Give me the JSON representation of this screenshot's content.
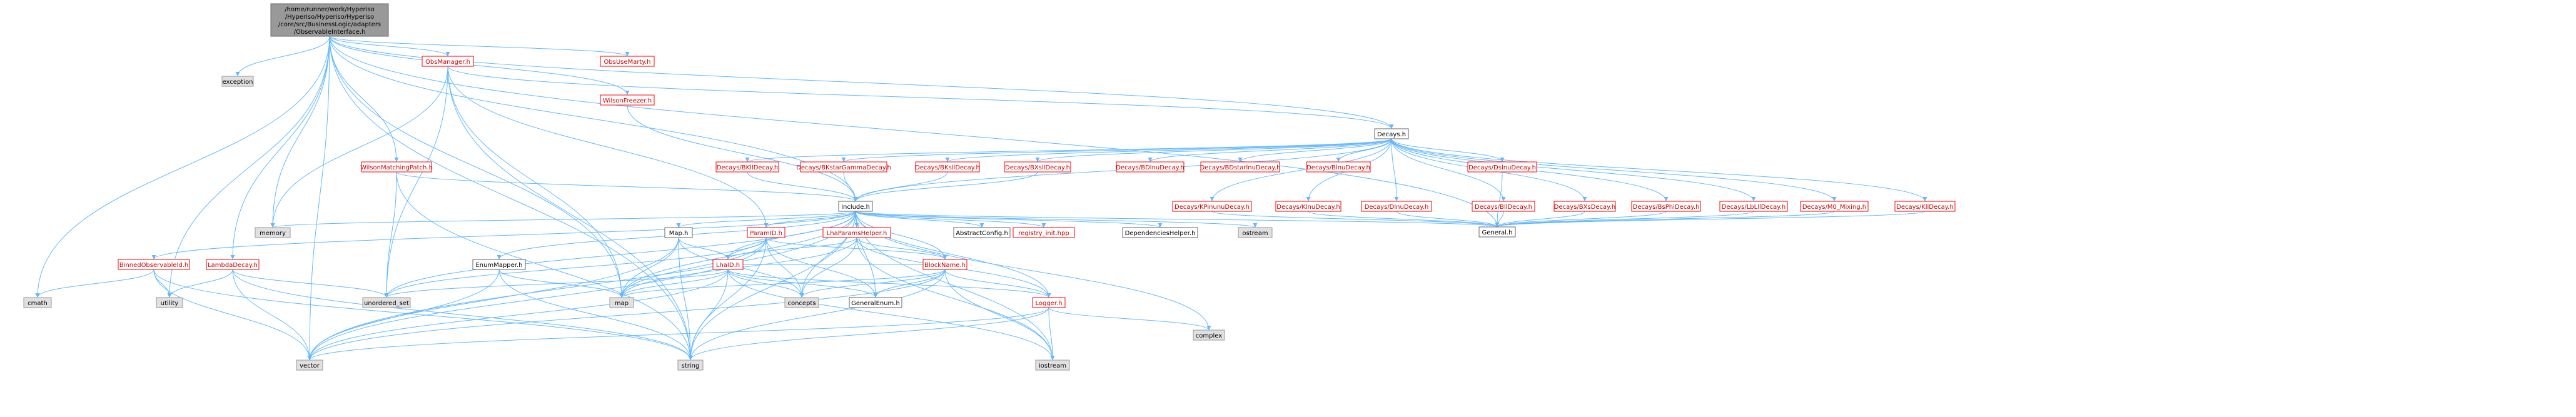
{
  "colors": {
    "root_fill": "#999999",
    "root_stroke": "#666666",
    "red_stroke": "#ff0000",
    "red_text": "#cc0000",
    "gray_fill": "#e0e0e0",
    "gray_stroke": "#999999",
    "plain_stroke": "#666666",
    "edge": "#63b8ff"
  },
  "nodes": [
    {
      "id": "root",
      "lines": [
        "/home/runner/work/Hyperiso",
        "/Hyperiso/Hyperiso/Hyperiso",
        "/core/src/BusinessLogic/adapters",
        "/ObservableInterface.h"
      ],
      "style": "root"
    },
    {
      "id": "exception",
      "lines": [
        "exception"
      ],
      "style": "gray"
    },
    {
      "id": "obsmanager",
      "lines": [
        "ObsManager.h"
      ],
      "style": "red"
    },
    {
      "id": "obsusemarty",
      "lines": [
        "ObsUseMarty.h"
      ],
      "style": "red"
    },
    {
      "id": "decays",
      "lines": [
        "Decays.h"
      ],
      "style": "plain"
    },
    {
      "id": "wilsonfreezer",
      "lines": [
        "WilsonFreezer.h"
      ],
      "style": "red"
    },
    {
      "id": "wilsonmatching",
      "lines": [
        "WilsonMatchingPatch.h"
      ],
      "style": "red"
    },
    {
      "id": "bkll",
      "lines": [
        "Decays/BKllDecay.h"
      ],
      "style": "red"
    },
    {
      "id": "bkstargamma",
      "lines": [
        "Decays/BKstarGammaDecay.h"
      ],
      "style": "red"
    },
    {
      "id": "bksll",
      "lines": [
        "Decays/BKsllDecay.h"
      ],
      "style": "red"
    },
    {
      "id": "bxsll",
      "lines": [
        "Decays/BXsllDecay.h"
      ],
      "style": "red"
    },
    {
      "id": "bdlnu",
      "lines": [
        "Decays/BDlnuDecay.h"
      ],
      "style": "red"
    },
    {
      "id": "bdstarlnu",
      "lines": [
        "Decays/BDstarlnuDecay.h"
      ],
      "style": "red"
    },
    {
      "id": "blnu",
      "lines": [
        "Decays/BlnuDecay.h"
      ],
      "style": "red"
    },
    {
      "id": "dslnu",
      "lines": [
        "Decays/DslnuDecay.h"
      ],
      "style": "red"
    },
    {
      "id": "bll",
      "lines": [
        "Decays/BllDecay.h"
      ],
      "style": "red"
    },
    {
      "id": "bxs",
      "lines": [
        "Decays/BXsDecay.h"
      ],
      "style": "red"
    },
    {
      "id": "bsphi",
      "lines": [
        "Decays/BsPhiDecay.h"
      ],
      "style": "red"
    },
    {
      "id": "lbll",
      "lines": [
        "Decays/LbLllDecay.h"
      ],
      "style": "red"
    },
    {
      "id": "m0mixing",
      "lines": [
        "Decays/M0_Mixing.h"
      ],
      "style": "red"
    },
    {
      "id": "kll",
      "lines": [
        "Decays/KllDecay.h"
      ],
      "style": "red"
    },
    {
      "id": "kpinunu",
      "lines": [
        "Decays/KPinunuDecay.h"
      ],
      "style": "red"
    },
    {
      "id": "klnu",
      "lines": [
        "Decays/KlnuDecay.h"
      ],
      "style": "red"
    },
    {
      "id": "dlnu",
      "lines": [
        "Decays/DlnuDecay.h"
      ],
      "style": "red"
    },
    {
      "id": "general",
      "lines": [
        "General.h"
      ],
      "style": "plain"
    },
    {
      "id": "include",
      "lines": [
        "Include.h"
      ],
      "style": "plain"
    },
    {
      "id": "memory",
      "lines": [
        "memory"
      ],
      "style": "gray"
    },
    {
      "id": "map_h",
      "lines": [
        "Map.h"
      ],
      "style": "plain"
    },
    {
      "id": "paramid",
      "lines": [
        "ParamID.h"
      ],
      "style": "red"
    },
    {
      "id": "lhaparams",
      "lines": [
        "LhaParamsHelper.h"
      ],
      "style": "red"
    },
    {
      "id": "abstractconfig",
      "lines": [
        "AbstractConfig.h"
      ],
      "style": "plain"
    },
    {
      "id": "registry",
      "lines": [
        "registry_init.hpp"
      ],
      "style": "red"
    },
    {
      "id": "depshelper",
      "lines": [
        "DependenciesHelper.h"
      ],
      "style": "plain"
    },
    {
      "id": "ostream",
      "lines": [
        "ostream"
      ],
      "style": "gray"
    },
    {
      "id": "binnedobs",
      "lines": [
        "BinnedObservableld.h"
      ],
      "style": "red"
    },
    {
      "id": "lambdadecay",
      "lines": [
        "LambdaDecay.h"
      ],
      "style": "red"
    },
    {
      "id": "enummapper",
      "lines": [
        "EnumMapper.h"
      ],
      "style": "plain"
    },
    {
      "id": "lhaid",
      "lines": [
        "LhaID.h"
      ],
      "style": "red"
    },
    {
      "id": "blockname",
      "lines": [
        "BlockName.h"
      ],
      "style": "red"
    },
    {
      "id": "cmath",
      "lines": [
        "cmath"
      ],
      "style": "gray"
    },
    {
      "id": "utility",
      "lines": [
        "utility"
      ],
      "style": "gray"
    },
    {
      "id": "unordered_set",
      "lines": [
        "unordered_set"
      ],
      "style": "gray"
    },
    {
      "id": "map",
      "lines": [
        "map"
      ],
      "style": "gray"
    },
    {
      "id": "concepts",
      "lines": [
        "concepts"
      ],
      "style": "gray"
    },
    {
      "id": "generalenum",
      "lines": [
        "GeneralEnum.h"
      ],
      "style": "plain"
    },
    {
      "id": "logger",
      "lines": [
        "Logger.h"
      ],
      "style": "red"
    },
    {
      "id": "complex",
      "lines": [
        "complex"
      ],
      "style": "gray"
    },
    {
      "id": "vector",
      "lines": [
        "vector"
      ],
      "style": "gray"
    },
    {
      "id": "string",
      "lines": [
        "string"
      ],
      "style": "gray"
    },
    {
      "id": "iostream",
      "lines": [
        "iostream"
      ],
      "style": "gray"
    }
  ],
  "edges": [
    [
      "root",
      "exception"
    ],
    [
      "root",
      "obsmanager"
    ],
    [
      "root",
      "obsusemarty"
    ],
    [
      "root",
      "decays"
    ],
    [
      "root",
      "wilsonfreezer"
    ],
    [
      "root",
      "wilsonmatching"
    ],
    [
      "root",
      "memory"
    ],
    [
      "root",
      "cmath"
    ],
    [
      "root",
      "utility"
    ],
    [
      "root",
      "vector"
    ],
    [
      "root",
      "string"
    ],
    [
      "root",
      "map"
    ],
    [
      "root",
      "lambdadecay"
    ],
    [
      "root",
      "include"
    ],
    [
      "root",
      "general"
    ],
    [
      "obsmanager",
      "decays"
    ],
    [
      "obsmanager",
      "memory"
    ],
    [
      "obsmanager",
      "paramid"
    ],
    [
      "obsmanager",
      "map"
    ],
    [
      "obsmanager",
      "unordered_set"
    ],
    [
      "obsmanager",
      "string"
    ],
    [
      "wilsonfreezer",
      "include"
    ],
    [
      "wilsonmatching",
      "include"
    ],
    [
      "wilsonmatching",
      "unordered_set"
    ],
    [
      "wilsonmatching",
      "string"
    ],
    [
      "decays",
      "bkll"
    ],
    [
      "decays",
      "bkstargamma"
    ],
    [
      "decays",
      "bksll"
    ],
    [
      "decays",
      "bxsll"
    ],
    [
      "decays",
      "bdlnu"
    ],
    [
      "decays",
      "bdstarlnu"
    ],
    [
      "decays",
      "blnu"
    ],
    [
      "decays",
      "dslnu"
    ],
    [
      "decays",
      "bll"
    ],
    [
      "decays",
      "bxs"
    ],
    [
      "decays",
      "bsphi"
    ],
    [
      "decays",
      "lbll"
    ],
    [
      "decays",
      "m0mixing"
    ],
    [
      "decays",
      "kll"
    ],
    [
      "decays",
      "kpinunu"
    ],
    [
      "decays",
      "klnu"
    ],
    [
      "decays",
      "dlnu"
    ],
    [
      "decays",
      "include"
    ],
    [
      "bkll",
      "include"
    ],
    [
      "bkstargamma",
      "include"
    ],
    [
      "bksll",
      "include"
    ],
    [
      "bxsll",
      "include"
    ],
    [
      "dslnu",
      "general"
    ],
    [
      "bll",
      "general"
    ],
    [
      "bxs",
      "general"
    ],
    [
      "bsphi",
      "general"
    ],
    [
      "lbll",
      "general"
    ],
    [
      "m0mixing",
      "general"
    ],
    [
      "kll",
      "general"
    ],
    [
      "kpinunu",
      "general"
    ],
    [
      "klnu",
      "general"
    ],
    [
      "dlnu",
      "general"
    ],
    [
      "include",
      "memory"
    ],
    [
      "include",
      "map_h"
    ],
    [
      "include",
      "paramid"
    ],
    [
      "include",
      "lhaparams"
    ],
    [
      "include",
      "abstractconfig"
    ],
    [
      "include",
      "registry"
    ],
    [
      "include",
      "depshelper"
    ],
    [
      "include",
      "ostream"
    ],
    [
      "include",
      "general"
    ],
    [
      "include",
      "binnedobs"
    ],
    [
      "include",
      "enummapper"
    ],
    [
      "include",
      "lhaid"
    ],
    [
      "include",
      "blockname"
    ],
    [
      "include",
      "logger"
    ],
    [
      "include",
      "complex"
    ],
    [
      "include",
      "vector"
    ],
    [
      "include",
      "string"
    ],
    [
      "include",
      "map"
    ],
    [
      "include",
      "concepts"
    ],
    [
      "include",
      "generalenum"
    ],
    [
      "include",
      "iostream"
    ],
    [
      "include",
      "unordered_set"
    ],
    [
      "map_h",
      "map"
    ],
    [
      "map_h",
      "string"
    ],
    [
      "map_h",
      "vector"
    ],
    [
      "map_h",
      "lhaid"
    ],
    [
      "map_h",
      "concepts"
    ],
    [
      "paramid",
      "lhaid"
    ],
    [
      "paramid",
      "blockname"
    ],
    [
      "paramid",
      "unordered_set"
    ],
    [
      "paramid",
      "map"
    ],
    [
      "paramid",
      "string"
    ],
    [
      "paramid",
      "vector"
    ],
    [
      "paramid",
      "concepts"
    ],
    [
      "paramid",
      "generalenum"
    ],
    [
      "lhaparams",
      "blockname"
    ],
    [
      "lhaparams",
      "lhaid"
    ],
    [
      "lhaparams",
      "map"
    ],
    [
      "lhaparams",
      "concepts"
    ],
    [
      "lhaparams",
      "iostream"
    ],
    [
      "lhaparams",
      "logger"
    ],
    [
      "binnedobs",
      "cmath"
    ],
    [
      "binnedobs",
      "utility"
    ],
    [
      "binnedobs",
      "vector"
    ],
    [
      "binnedobs",
      "string"
    ],
    [
      "lambdadecay",
      "utility"
    ],
    [
      "lambdadecay",
      "vector"
    ],
    [
      "lambdadecay",
      "string"
    ],
    [
      "lambdadecay",
      "unordered_set"
    ],
    [
      "enummapper",
      "map"
    ],
    [
      "enummapper",
      "string"
    ],
    [
      "enummapper",
      "vector"
    ],
    [
      "lhaid",
      "blockname"
    ],
    [
      "lhaid",
      "unordered_set"
    ],
    [
      "lhaid",
      "map"
    ],
    [
      "lhaid",
      "concepts"
    ],
    [
      "lhaid",
      "generalenum"
    ],
    [
      "lhaid",
      "logger"
    ],
    [
      "lhaid",
      "string"
    ],
    [
      "lhaid",
      "vector"
    ],
    [
      "lhaid",
      "iostream"
    ],
    [
      "blockname",
      "generalenum"
    ],
    [
      "blockname",
      "logger"
    ],
    [
      "blockname",
      "map"
    ],
    [
      "blockname",
      "string"
    ],
    [
      "blockname",
      "iostream"
    ],
    [
      "blockname",
      "vector"
    ],
    [
      "blockname",
      "concepts"
    ],
    [
      "logger",
      "iostream"
    ],
    [
      "logger",
      "string"
    ],
    [
      "logger",
      "complex"
    ],
    [
      "logger",
      "vector"
    ]
  ]
}
